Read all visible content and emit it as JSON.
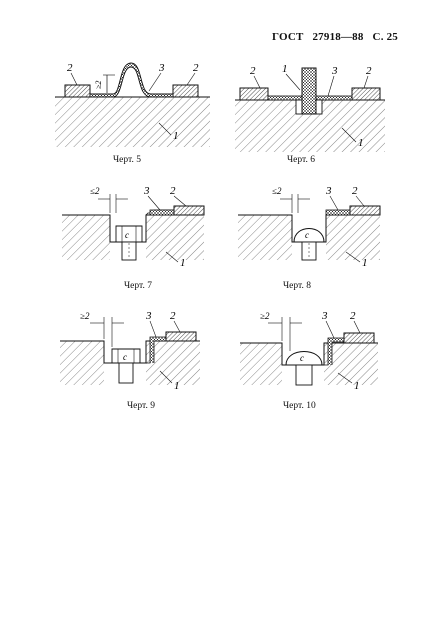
{
  "header": {
    "standard": "ГОСТ",
    "number": "27918—88",
    "page": "С. 25"
  },
  "figures": [
    {
      "caption": "Черт. 5",
      "labels": [
        "2",
        "3",
        "2",
        "1",
        "≥2"
      ]
    },
    {
      "caption": "Черт. 6",
      "labels": [
        "2",
        "1",
        "3",
        "2",
        "1"
      ]
    },
    {
      "caption": "Черт. 7",
      "labels": [
        "≤2",
        "3",
        "2",
        "c",
        "1"
      ]
    },
    {
      "caption": "Черт. 8",
      "labels": [
        "≤2",
        "3",
        "2",
        "c",
        "1"
      ]
    },
    {
      "caption": "Черт. 9",
      "labels": [
        "≥2",
        "3",
        "2",
        "c",
        "1"
      ]
    },
    {
      "caption": "Черт. 10",
      "labels": [
        "≥2",
        "3",
        "2",
        "c",
        "1"
      ]
    }
  ]
}
